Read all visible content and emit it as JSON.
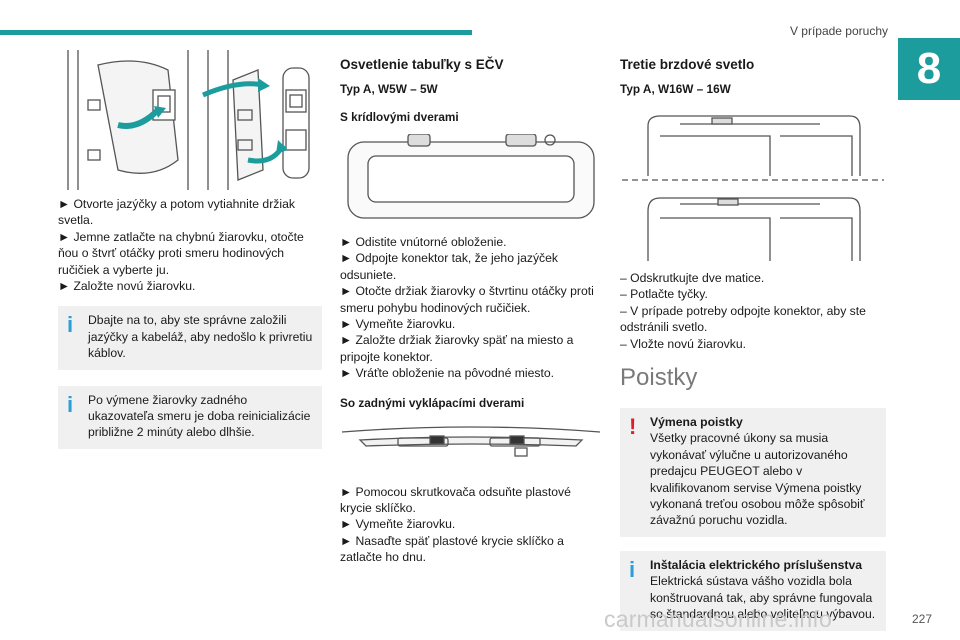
{
  "header": {
    "chapter_title": "V prípade poruchy",
    "chapter_number": "8",
    "page_number": "227"
  },
  "watermark": "carmanualsonline.info",
  "col1": {
    "steps": [
      "► Otvorte jazýčky a potom vytiahnite držiak svetla.",
      "► Jemne zatlačte na chybnú žiarovku, otočte ňou o štvrť otáčky proti smeru hodinových ručičiek a vyberte ju.",
      "► Založte novú žiarovku."
    ],
    "note1": "Dbajte na to, aby ste správne založili jazýčky a kabeláž, aby nedošlo k privretiu káblov.",
    "note2": "Po výmene žiarovky zadného ukazovateľa smeru je doba reinicializácie približne 2 minúty alebo dlhšie."
  },
  "col2": {
    "title": "Osvetlenie tabuľky s EČV",
    "type": "Typ A, W5W – 5W",
    "sub1": "S krídlovými dverami",
    "steps1": [
      "► Odistite vnútorné obloženie.",
      "► Odpojte konektor tak, že jeho jazýček odsuniete.",
      "► Otočte držiak žiarovky o štvrtinu otáčky proti smeru pohybu hodinových ručičiek.",
      "► Vymeňte žiarovku.",
      "► Založte držiak žiarovky späť na miesto a pripojte konektor.",
      "► Vráťte obloženie na pôvodné miesto."
    ],
    "sub2": "So zadnými vyklápacími dverami",
    "steps2": [
      "► Pomocou skrutkovača odsuňte plastové krycie sklíčko.",
      "► Vymeňte žiarovku.",
      "► Nasaďte späť plastové krycie sklíčko a zatlačte ho dnu."
    ]
  },
  "col3": {
    "title": "Tretie brzdové svetlo",
    "type": "Typ A, W16W – 16W",
    "steps": [
      "– Odskrutkujte dve matice.",
      "– Potlačte tyčky.",
      "– V prípade potreby odpojte konektor, aby ste odstránili svetlo.",
      "– Vložte novú žiarovku."
    ],
    "section": "Poistky",
    "warn_title": "Výmena poistky",
    "warn_text": "Všetky pracovné úkony sa musia vykonávať výlučne u autorizovaného predajcu PEUGEOT alebo v kvalifikovanom servise Výmena poistky vykonaná treťou osobou môže spôsobiť závažnú poruchu vozidla.",
    "info_title": "Inštalácia elektrického príslušenstva",
    "info_text": "Elektrická sústava vášho vozidla bola konštruovaná tak, aby správne fungovala so štandardnou alebo voliteľnou výbavou."
  },
  "icons": {
    "info": "info-icon",
    "warning": "warning-icon"
  },
  "colors": {
    "accent": "#1c9c9c",
    "info": "#2a9fd8",
    "warning": "#e01c2a"
  }
}
